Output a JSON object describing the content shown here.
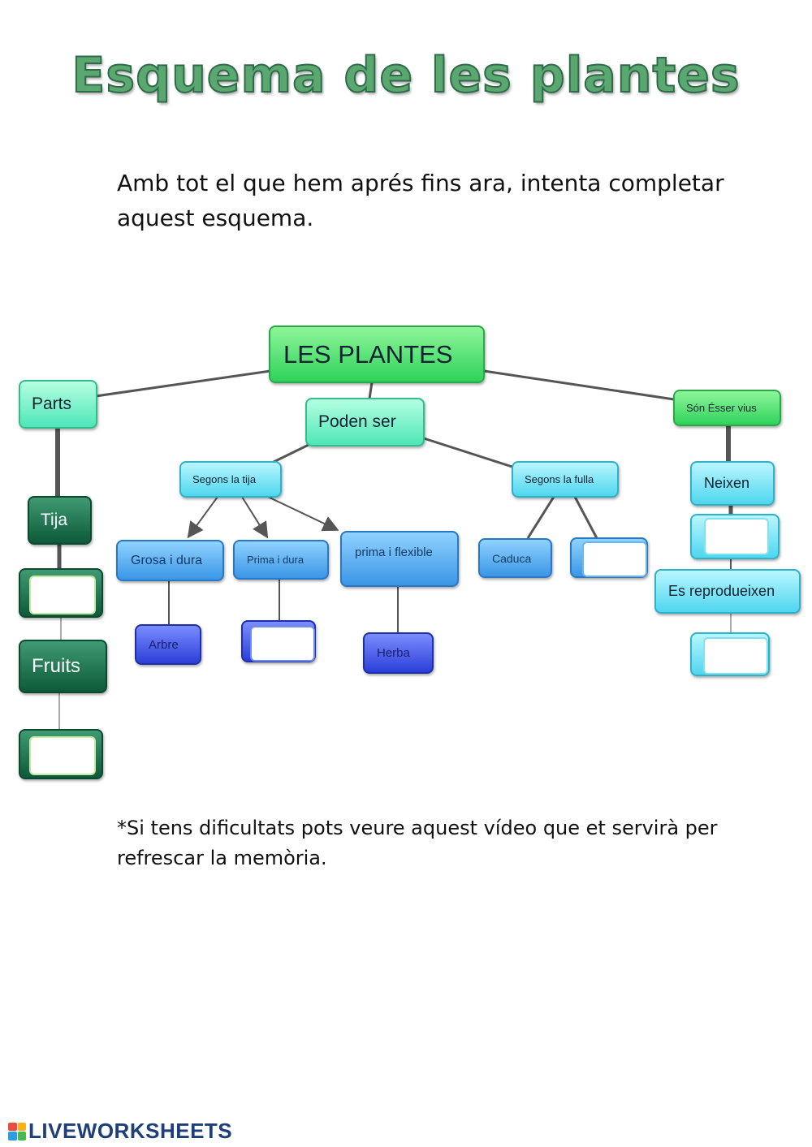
{
  "page": {
    "title": "Esquema de les plantes",
    "intro": "Amb tot el que hem aprés fins ara, intenta completar aquest esquema.",
    "note": "*Si tens dificultats pots veure aquest vídeo que et servirà per refrescar la memòria.",
    "brand": "LIVEWORKSHEETS"
  },
  "diagram": {
    "root": "LES PLANTES",
    "parts": "Parts",
    "parts_tija": "Tija",
    "parts_fruits": "Fruits",
    "poden_ser": "Poden ser",
    "segons_tija": "Segons la tija",
    "segons_fulla": "Segons la fulla",
    "grosa": "Grosa i dura",
    "prima_dura": "Prima i dura",
    "prima_flexible": "prima i flexible",
    "arbre": "Arbre",
    "herba": "Herba",
    "caduca": "Caduca",
    "essers": "Són Ésser vius",
    "neixen": "Neixen",
    "reprodueixen": "Es reprodueixen"
  },
  "colors": {
    "title_fill": "#5aa870",
    "brand": "#1e3f7a",
    "connector": "#555555"
  }
}
